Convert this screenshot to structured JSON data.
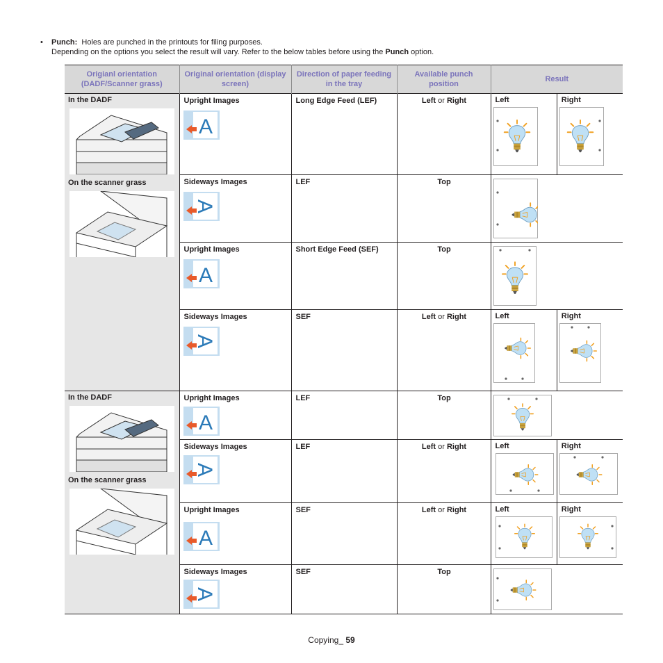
{
  "intro": {
    "bullet": "•",
    "title": "Punch:",
    "text": "Holes are punched in the printouts for filing purposes.",
    "line2_pre": "Depending on the options you select the result will vary. Refer to the below tables before using the ",
    "line2_bold": "Punch",
    "line2_post": " option."
  },
  "table": {
    "headers": [
      "Origianl orientation (DADF/Scanner grass)",
      "Original orientation (display screen)",
      "Direction of paper feeding in the tray",
      "Available punch position",
      "Result"
    ],
    "groups": [
      {
        "dadf_label": "In the DADF",
        "scanner_label": "On the scanner grass"
      },
      {
        "dadf_label": "In the DADF",
        "scanner_label": "On the scanner grass"
      }
    ],
    "rows": [
      {
        "display": "Upright Images",
        "direction": "Long Edge Feed (LEF)",
        "punch": "Left",
        "or": "or",
        "punch2": "Right",
        "left": "Left",
        "right": "Right"
      },
      {
        "display": "Sideways Images",
        "direction": "LEF",
        "punch": "Top"
      },
      {
        "display": "Upright Images",
        "direction": "Short Edge Feed (SEF)",
        "punch": "Top"
      },
      {
        "display": "Sideways Images",
        "direction": "SEF",
        "punch": "Left",
        "or": "or",
        "punch2": "Right",
        "left": "Left",
        "right": "Right"
      },
      {
        "display": "Upright Images",
        "direction": "LEF",
        "punch": "Top"
      },
      {
        "display": "Sideways Images",
        "direction": "LEF",
        "punch": "Left",
        "or": "or",
        "punch2": "Right",
        "left": "Left",
        "right": "Right"
      },
      {
        "display": "Upright Images",
        "direction": "SEF",
        "punch": "Left",
        "or": "or",
        "punch2": "Right",
        "left": "Left",
        "right": "Right"
      },
      {
        "display": "Sideways Images",
        "direction": "SEF",
        "punch": "Top"
      }
    ]
  },
  "footer": {
    "section": "Copying_ ",
    "page": "59"
  },
  "colors": {
    "header_text": "#7b74bb",
    "header_bg": "#d8d8d8",
    "arrow": "#e85a2a",
    "icon_blue": "#2b7ab8"
  }
}
